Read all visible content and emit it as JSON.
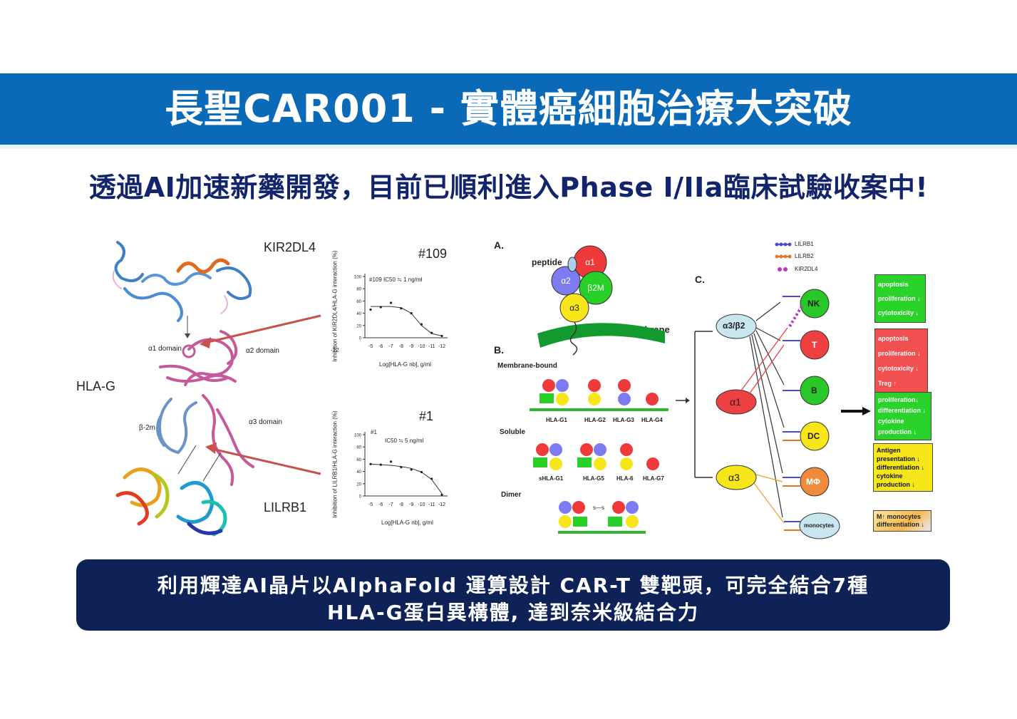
{
  "header": {
    "title": "長聖CAR001 - 實體癌細胞治療大突破",
    "subtitle": "透過AI加速新藥開發，目前已順利進入Phase I/IIa臨床試驗收案中!"
  },
  "structure": {
    "kir_label": "KIR2DL4",
    "hla_label": "HLA-G",
    "lilrb_label": "LILRB1",
    "a1_domain": "α1 domain",
    "a2_domain": "α2 domain",
    "a3_domain": "α3 domain",
    "b2m_label": "β-2m"
  },
  "charts": {
    "top": {
      "id": "#109",
      "legend": "#109  IC50 ≒ 1 ng/ml",
      "ylabel": "Inhibition of KIR2DL4/HLA-G interaction (%)",
      "xlabel": "Log[HLA-G nb], g/ml",
      "extra_tick": "-12"
    },
    "bottom": {
      "id": "#1",
      "legend_id": "#1",
      "legend": "IC50 ≒ 5 ng/ml",
      "ylabel": "Inhibition of LILRB1/HLA-G interaction (%)",
      "xlabel": "Log[HLA-G nb], g/ml"
    },
    "yticks": [
      "100",
      "80",
      "60",
      "40",
      "20",
      "0"
    ],
    "xticks": [
      "-5",
      "-6",
      "-7",
      "-8",
      "-9",
      "-10",
      "-11",
      "-12"
    ]
  },
  "chart_data": [
    {
      "type": "line",
      "title": "#109",
      "xlabel": "Log[HLA-G nb], g/ml",
      "ylabel": "Inhibition of KIR2DL4/HLA-G interaction (%)",
      "categories": [
        "-5",
        "-6",
        "-7",
        "-8",
        "-9",
        "-10",
        "-11",
        "-12"
      ],
      "points_y": [
        46,
        50,
        57,
        48,
        40,
        22,
        8,
        3
      ],
      "fit_y": [
        51,
        51,
        51,
        49,
        40,
        20,
        7,
        3
      ],
      "ylim": [
        0,
        100
      ]
    },
    {
      "type": "line",
      "title": "#1",
      "xlabel": "Log[HLA-G nb], g/ml",
      "ylabel": "Inhibition of LILRB1/HLA-G interaction (%)",
      "categories": [
        "-5",
        "-6",
        "-7",
        "-8",
        "-9",
        "-10",
        "-11",
        "-12"
      ],
      "points_y": [
        52,
        51,
        56,
        47,
        43,
        39,
        28,
        2
      ],
      "fit_y": [
        52,
        51,
        50,
        48,
        45,
        39,
        27,
        4
      ],
      "ylim": [
        0,
        100
      ]
    }
  ],
  "diagram": {
    "label_a": "A.",
    "peptide": "peptide",
    "a1": "α1",
    "a2": "α2",
    "a3": "α3",
    "b2m": "β2M",
    "membrane": "membrane",
    "label_b": "B.",
    "membrane_bound": "Membrane-bound",
    "soluble": "Soluble",
    "dimer": "Dimer",
    "isoforms_bound": [
      "HLA-G1",
      "HLA-G2",
      "HLA-G3",
      "HLA-G4"
    ],
    "isoforms_soluble": [
      "sHLA-G1",
      "HLA-G5",
      "HLA-6",
      "HLA-G7"
    ],
    "ss_bond": "s—s",
    "label_c": "C.",
    "legend": [
      "LILRB1",
      "LILRB2",
      "KIR2DL4"
    ],
    "domain_a3b2": "α3/β2",
    "domain_a1": "α1",
    "domain_a3": "α3",
    "cells": [
      "NK",
      "T",
      "B",
      "DC",
      "MΦ",
      "monocytes"
    ],
    "results": [
      [
        "apoptosis",
        "proliferation ↓",
        "cytotoxicity ↓"
      ],
      [
        "apoptosis",
        "proliferation ↓",
        "cytotoxicity ↓",
        "Treg ↑"
      ],
      [
        "proliferation↓",
        "differentiation ↓",
        "cytokine production ↓"
      ],
      [
        "Antigen presentation ↓",
        "differentiation ↓",
        "cytokine production ↓"
      ],
      [
        "M↑ monocytes differentiation ↓"
      ]
    ]
  },
  "footer": {
    "line1": "利用輝達AI晶片以AlphaFold 運算設計 CAR-T 雙靶頭，可完全結合7種",
    "line2": "HLA-G蛋白異構體, 達到奈米級結合力"
  },
  "colors": {
    "banner": "#0a6ab8",
    "subtitle": "#12246b",
    "footer_box": "#0e2258",
    "red": "#ee3a3a",
    "blue": "#7c7cf0",
    "green": "#27cf27",
    "yellow": "#f6e61a"
  }
}
